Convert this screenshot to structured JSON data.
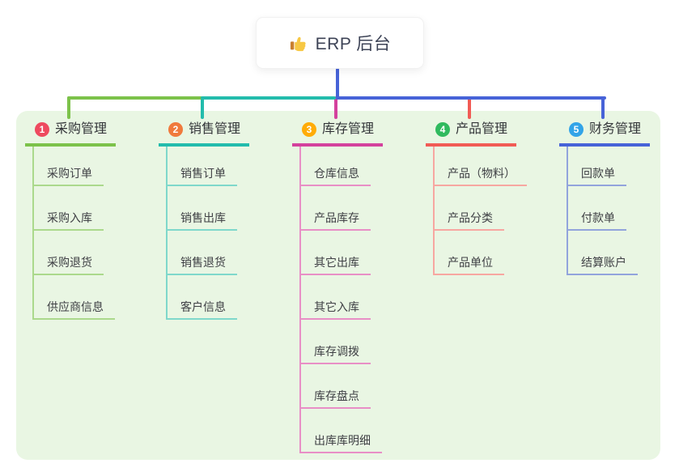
{
  "root": {
    "icon": "thumbs-up",
    "title": "ERP 后台"
  },
  "colors": {
    "canvas_bg": "#E9F6E3",
    "root_line": "#4763D8",
    "title_text": "#3D4356",
    "node_text": "#3F4045"
  },
  "branches": [
    {
      "badge": "1",
      "badge_color": "#EE4A5F",
      "label": "采购管理",
      "line_color": "#7CC24A",
      "child_line_color": "#ABD98C",
      "children": [
        "采购订单",
        "采购入库",
        "采购退货",
        "供应商信息"
      ]
    },
    {
      "badge": "2",
      "badge_color": "#F07A3D",
      "label": "销售管理",
      "line_color": "#23BCAC",
      "child_line_color": "#7FD8CB",
      "children": [
        "销售订单",
        "销售出库",
        "销售退货",
        "客户信息"
      ]
    },
    {
      "badge": "3",
      "badge_color": "#FFAC07",
      "label": "库存管理",
      "line_color": "#D4419D",
      "child_line_color": "#E88FC6",
      "children": [
        "仓库信息",
        "产品库存",
        "其它出库",
        "其它入库",
        "库存调拨",
        "库存盘点",
        "出库库明细"
      ]
    },
    {
      "badge": "4",
      "badge_color": "#30BA5E",
      "label": "产品管理",
      "line_color": "#F15B55",
      "child_line_color": "#F7A7A1",
      "children": [
        "产品（物料）",
        "产品分类",
        "产品单位"
      ]
    },
    {
      "badge": "5",
      "badge_color": "#32A4E8",
      "label": "财务管理",
      "line_color": "#4763D8",
      "child_line_color": "#92A4DC",
      "children": [
        "回款单",
        "付款单",
        "结算账户"
      ]
    }
  ]
}
